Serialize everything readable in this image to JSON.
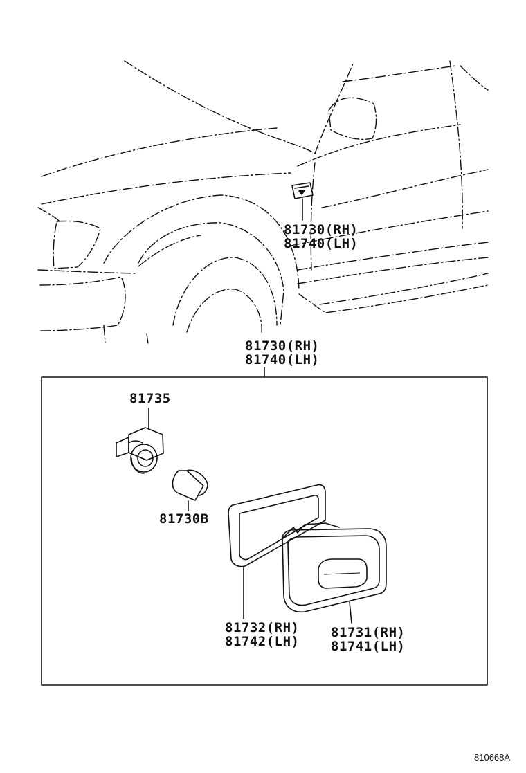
{
  "top_callout": {
    "rh": "81730(RH)",
    "lh": "81740(LH)"
  },
  "box_callout": {
    "rh": "81730(RH)",
    "lh": "81740(LH)"
  },
  "parts": {
    "socket": "81735",
    "bulb": "81730B",
    "gasket_rh": "81732(RH)",
    "gasket_lh": "81742(LH)",
    "lens_rh": "81731(RH)",
    "lens_lh": "81741(LH)"
  },
  "figure_id": "810668A"
}
